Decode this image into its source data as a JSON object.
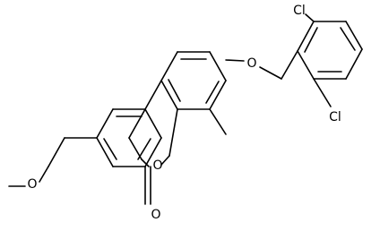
{
  "atoms": {
    "cl_top": "Cl",
    "cl_bottom": "Cl",
    "o_ether": "O",
    "o_ring": "O",
    "o_carbonyl": "O",
    "o_methoxy": "O"
  }
}
